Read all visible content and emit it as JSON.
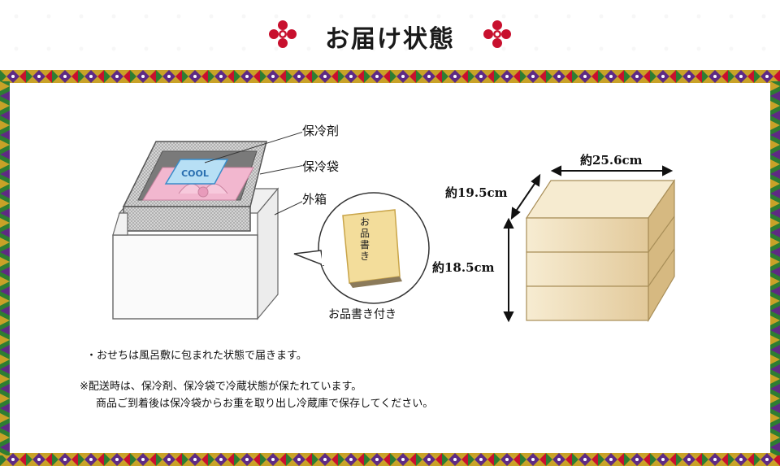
{
  "header": {
    "title": "お届け状態"
  },
  "illustration": {
    "labels": {
      "ice_pack": "保冷剤",
      "cooler_bag": "保冷袋",
      "outer_box": "外箱"
    },
    "cool_text": "COOL",
    "menu_card_text": "お品書き",
    "menu_caption": "お品書き付き"
  },
  "dimensions": {
    "width": "約25.6cm",
    "depth": "約19.5cm",
    "height": "約18.5cm"
  },
  "notes": {
    "line1": "・おせちは風呂敷に包まれた状態で届きます。",
    "line2": "※配送時は、保冷剤、保冷袋で冷蔵状態が保たれています。",
    "line3": "商品ご到着後は保冷袋からお重を取り出し冷蔵庫で保存してください。"
  },
  "colors": {
    "crest_red": "#c8102e",
    "box_tan": "#e7d3a6",
    "frame_gold": "#c9a227",
    "frame_green": "#2e7d32",
    "frame_purple": "#5e2a84"
  }
}
